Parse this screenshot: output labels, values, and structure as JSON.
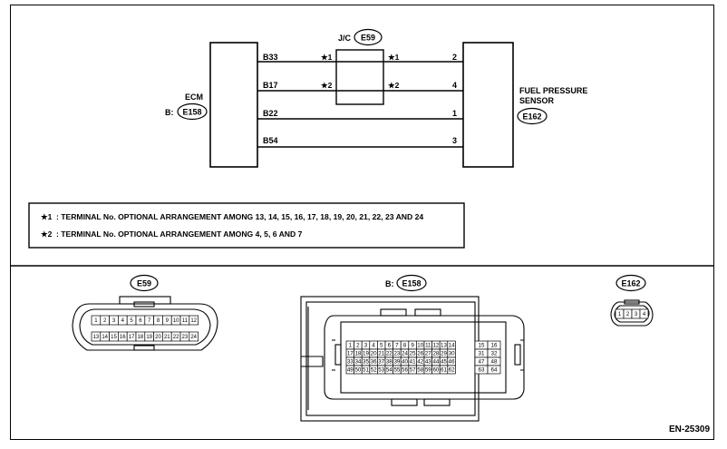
{
  "jc": {
    "label": "J/C",
    "connector": "E59"
  },
  "ecm": {
    "label": "ECM",
    "prefix": "B:",
    "connector": "E158"
  },
  "sensor": {
    "line1": "FUEL PRESSURE",
    "line2": "SENSOR",
    "connector": "E162"
  },
  "wires": [
    {
      "ecm_pin": "B33",
      "jc_left": "*1",
      "jc_right": "*1",
      "sensor_pin": "2"
    },
    {
      "ecm_pin": "B17",
      "jc_left": "*2",
      "jc_right": "*2",
      "sensor_pin": "4"
    },
    {
      "ecm_pin": "B22",
      "sensor_pin": "1"
    },
    {
      "ecm_pin": "B54",
      "sensor_pin": "3"
    }
  ],
  "notes": [
    {
      "mark": "*1",
      "text": ": TERMINAL No. OPTIONAL ARRANGEMENT AMONG 13, 14, 15, 16, 17, 18, 19, 20, 21, 22, 23 AND 24"
    },
    {
      "mark": "*2",
      "text": ": TERMINAL No. OPTIONAL ARRANGEMENT AMONG 4, 5, 6 AND 7"
    }
  ],
  "connectors": {
    "e59": {
      "label": "E59",
      "row1": [
        "1",
        "2",
        "3",
        "4",
        "5",
        "6",
        "7",
        "8",
        "9",
        "10",
        "11",
        "12"
      ],
      "row2": [
        "13",
        "14",
        "15",
        "16",
        "17",
        "18",
        "19",
        "20",
        "21",
        "22",
        "23",
        "24"
      ]
    },
    "e158": {
      "prefix": "B:",
      "label": "E158",
      "rows": [
        [
          "1",
          "2",
          "3",
          "4",
          "5",
          "6",
          "7",
          "8",
          "9",
          "10",
          "11",
          "12",
          "13",
          "14"
        ],
        [
          "17",
          "18",
          "19",
          "20",
          "21",
          "22",
          "23",
          "24",
          "25",
          "26",
          "27",
          "28",
          "29",
          "30"
        ],
        [
          "33",
          "34",
          "35",
          "36",
          "37",
          "38",
          "39",
          "40",
          "41",
          "42",
          "43",
          "44",
          "45",
          "46"
        ],
        [
          "49",
          "50",
          "51",
          "52",
          "53",
          "54",
          "55",
          "56",
          "57",
          "58",
          "59",
          "60",
          "61",
          "62"
        ]
      ],
      "side_rows": [
        [
          "15",
          "16"
        ],
        [
          "31",
          "32"
        ],
        [
          "47",
          "48"
        ],
        [
          "63",
          "64"
        ]
      ]
    },
    "e162": {
      "label": "E162",
      "pins": [
        "1",
        "2",
        "3",
        "4"
      ]
    }
  },
  "figure_id": "EN-25309"
}
